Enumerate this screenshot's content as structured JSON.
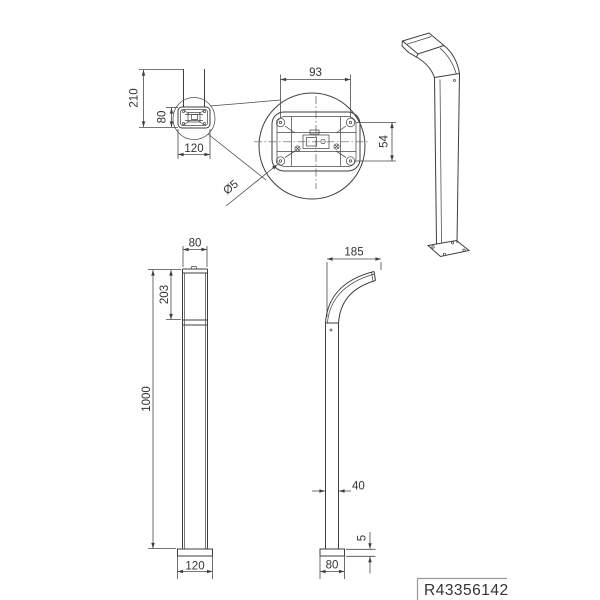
{
  "drawing": {
    "title_block": {
      "part_number": "R43356142"
    },
    "views": {
      "pole_bottom": {
        "dim_height": "210",
        "dim_plate_height": "80",
        "dim_plate_width": "120"
      },
      "detail": {
        "dim_hole_spacing_x": "93",
        "dim_hole_spacing_y": "54",
        "dim_hole_diameter": "Ø5"
      },
      "front": {
        "dim_width": "80",
        "dim_head_length": "203",
        "dim_total_height": "1000",
        "dim_base_width": "120"
      },
      "side": {
        "dim_head_depth": "185",
        "dim_pole_depth": "40",
        "dim_plate_thickness": "5",
        "dim_base_depth": "80"
      }
    }
  }
}
